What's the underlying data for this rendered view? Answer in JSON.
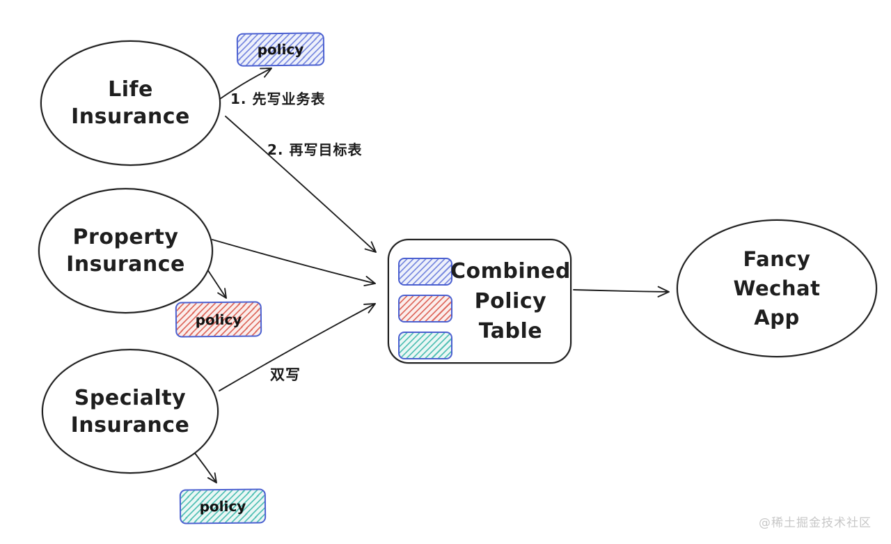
{
  "nodes": {
    "life": {
      "lines": [
        "Life",
        "Insurance"
      ]
    },
    "property": {
      "lines": [
        "Property",
        "Insurance"
      ]
    },
    "specialty": {
      "lines": [
        "Specialty",
        "Insurance"
      ]
    },
    "combined_table": {
      "lines": [
        "Combined",
        "Policy",
        "Table"
      ]
    },
    "wechat": {
      "lines": [
        "Fancy",
        "Wechat",
        "App"
      ]
    }
  },
  "policy_boxes": {
    "life": {
      "label": "policy",
      "hatch_color": "#7b8be0"
    },
    "property": {
      "label": "policy",
      "hatch_color": "#de6c61"
    },
    "specialty": {
      "label": "policy",
      "hatch_color": "#55c1b6"
    }
  },
  "combined_table_rows": [
    {
      "hatch_color": "#7b8be0"
    },
    {
      "hatch_color": "#de6c61"
    },
    {
      "hatch_color": "#55c1b6"
    }
  ],
  "edge_labels": {
    "step1": "1. 先写业务表",
    "step2": "2. 再写目标表",
    "dual_write": "双写"
  },
  "watermark": "@稀土掘金技术社区",
  "colors": {
    "ink": "#1e1e1e",
    "box_border_blue": "#4a5fd0",
    "watermark_gray": "#c8c8c8",
    "background": "#ffffff"
  }
}
